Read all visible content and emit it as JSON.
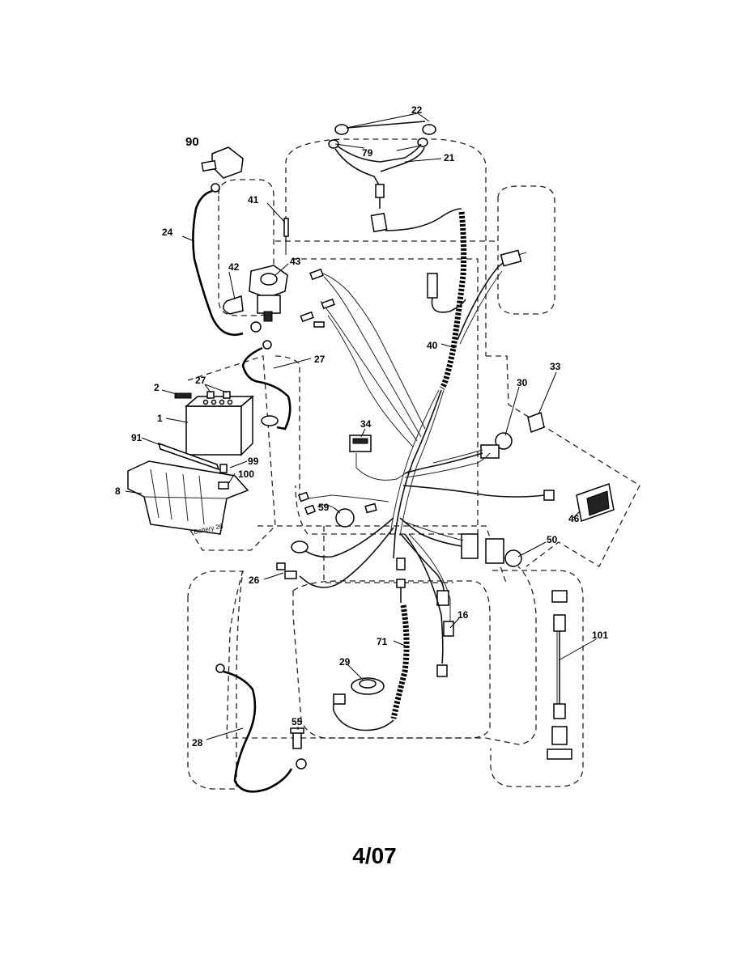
{
  "page_number": "4/07",
  "battery_marking": "Battery 26",
  "callouts": {
    "c22": "22",
    "c79": "79",
    "c21": "21",
    "c90": "90",
    "c41": "41",
    "c24": "24",
    "c42": "42",
    "c43": "43",
    "c40": "40",
    "c27a": "27",
    "c27b": "27",
    "c2": "2",
    "c1": "1",
    "c91": "91",
    "c99": "99",
    "c100": "100",
    "c8": "8",
    "c34": "34",
    "c30": "30",
    "c33": "33",
    "c59": "59",
    "c46": "46",
    "c50": "50",
    "c26": "26",
    "c16": "16",
    "c71": "71",
    "c101": "101",
    "c29": "29",
    "c28": "28",
    "c55": "55"
  }
}
